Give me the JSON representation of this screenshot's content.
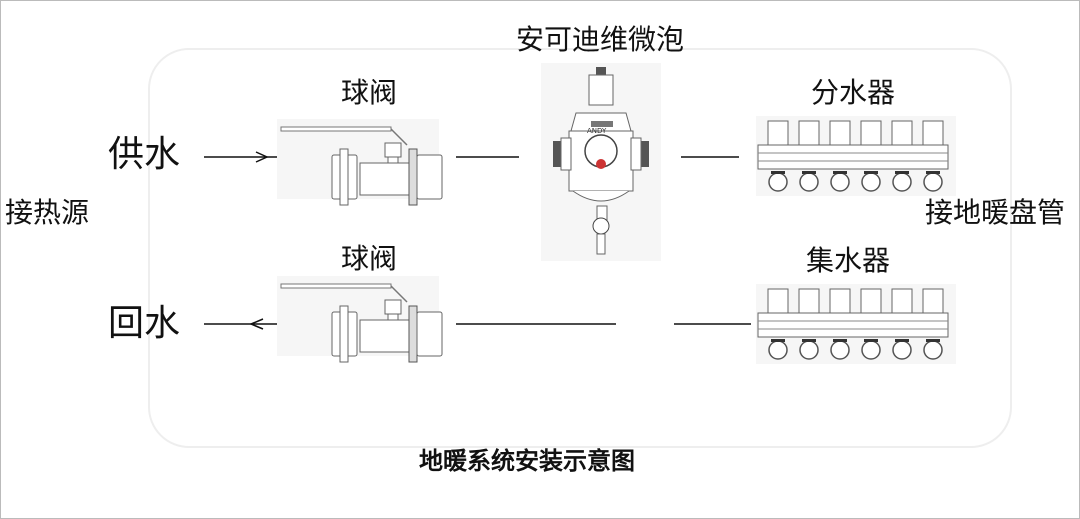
{
  "diagram": {
    "title": "地暖系统安装示意图",
    "left_label": "接热源",
    "right_label": "接地暖盘管",
    "supply_label": "供水",
    "return_label": "回水",
    "valve_top_label": "球阀",
    "valve_bottom_label": "球阀",
    "device_label": "安可迪维微泡",
    "distributor_label": "分水器",
    "collector_label": "集水器",
    "device_badge": "ANDY"
  }
}
